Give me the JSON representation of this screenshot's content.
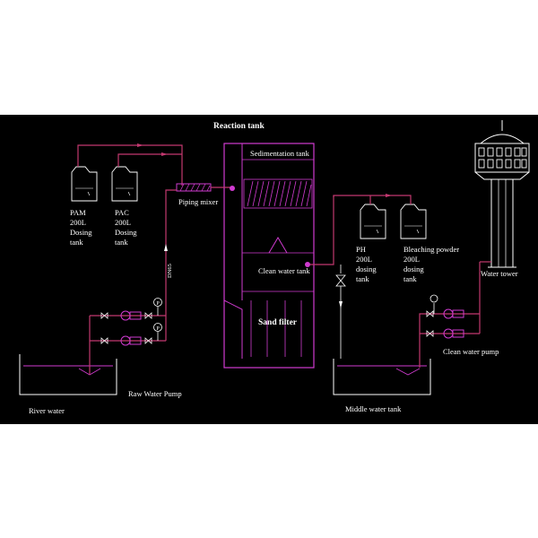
{
  "colors": {
    "background": "#000000",
    "pipe": "#c2386f",
    "equipment": "#d03bd0",
    "text": "#ffffff"
  },
  "labels": {
    "reaction_tank": "Reaction tank",
    "sedimentation_tank": "Sedimentation tank",
    "piping_mixer": "Piping mixer",
    "clean_water_tank": "Clean water tank",
    "sand_filter": "Sand filter",
    "raw_water_pump": "Raw Water Pump",
    "river_water": "River water",
    "middle_water_tank": "Middle water tank",
    "clean_water_pump": "Clean water pump",
    "water_tower": "Water tower",
    "pipe_size": "DN65"
  },
  "dosing_tanks": [
    {
      "name": "PAM",
      "volume": "200L",
      "line3": "Dosing",
      "line4": "tank"
    },
    {
      "name": "PAC",
      "volume": "200L",
      "line3": "Dosing",
      "line4": "tank"
    },
    {
      "name": "PH",
      "volume": "200L",
      "line3": "dosing",
      "line4": "tank"
    },
    {
      "name": "Bleaching powder",
      "volume": "200L",
      "line3": "dosing",
      "line4": "tank"
    }
  ],
  "gauge_symbol": "P"
}
